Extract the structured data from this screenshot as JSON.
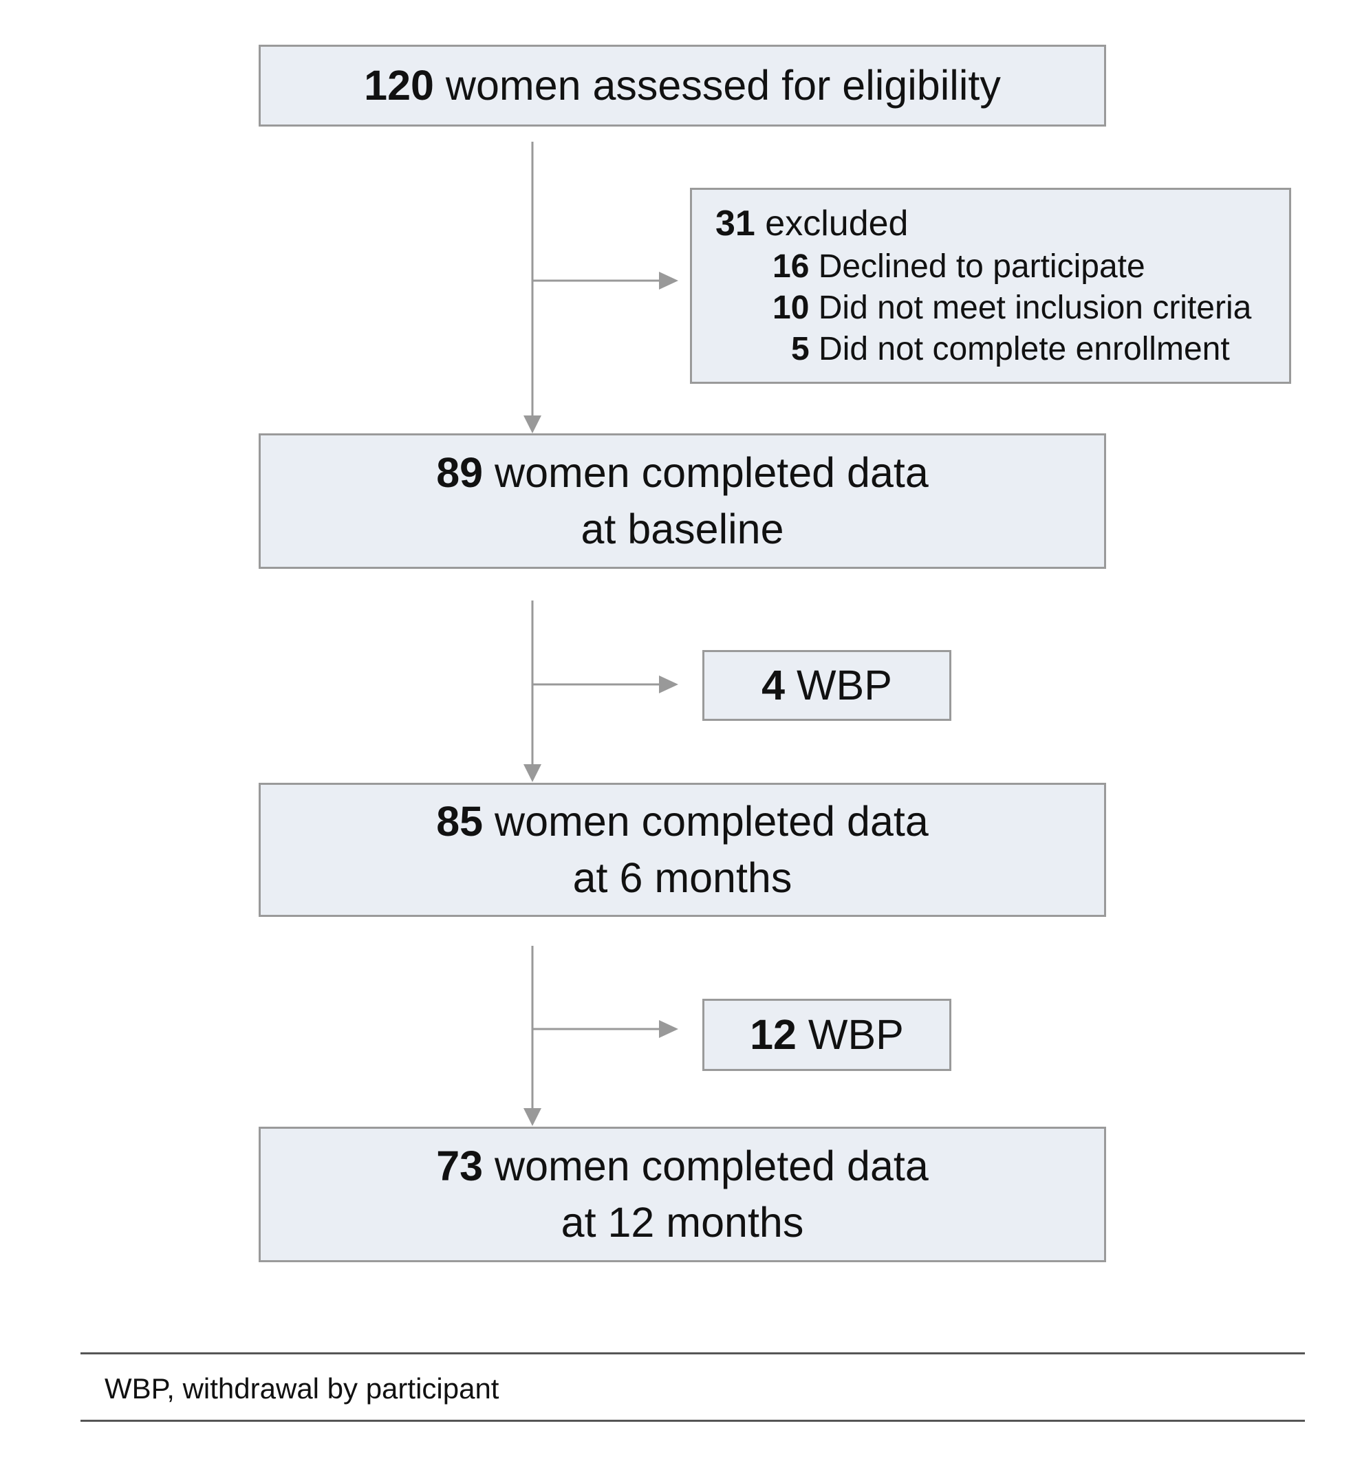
{
  "flowchart": {
    "eligible": {
      "count": "120",
      "text": "women assessed for eligibility"
    },
    "excluded": {
      "count": "31",
      "text": "excluded",
      "reasons": [
        {
          "count": "16",
          "text": "Declined to participate"
        },
        {
          "count": "10",
          "text": "Did not meet inclusion criteria"
        },
        {
          "count": "5",
          "text": "Did not complete enrollment"
        }
      ]
    },
    "baseline": {
      "count": "89",
      "line1": "women completed data",
      "line2": "at baseline"
    },
    "withdrawal_1": {
      "count": "4",
      "text": "WBP"
    },
    "six_months": {
      "count": "85",
      "line1": "women completed data",
      "line2": "at 6 months"
    },
    "withdrawal_2": {
      "count": "12",
      "text": "WBP"
    },
    "twelve_months": {
      "count": "73",
      "line1": "women completed data",
      "line2": "at 12 months"
    }
  },
  "footnote": "WBP, withdrawal by participant",
  "colors": {
    "box_fill": "#eaeef4",
    "box_border": "#9a9a9a",
    "connector": "#999999",
    "rule": "#555555"
  }
}
